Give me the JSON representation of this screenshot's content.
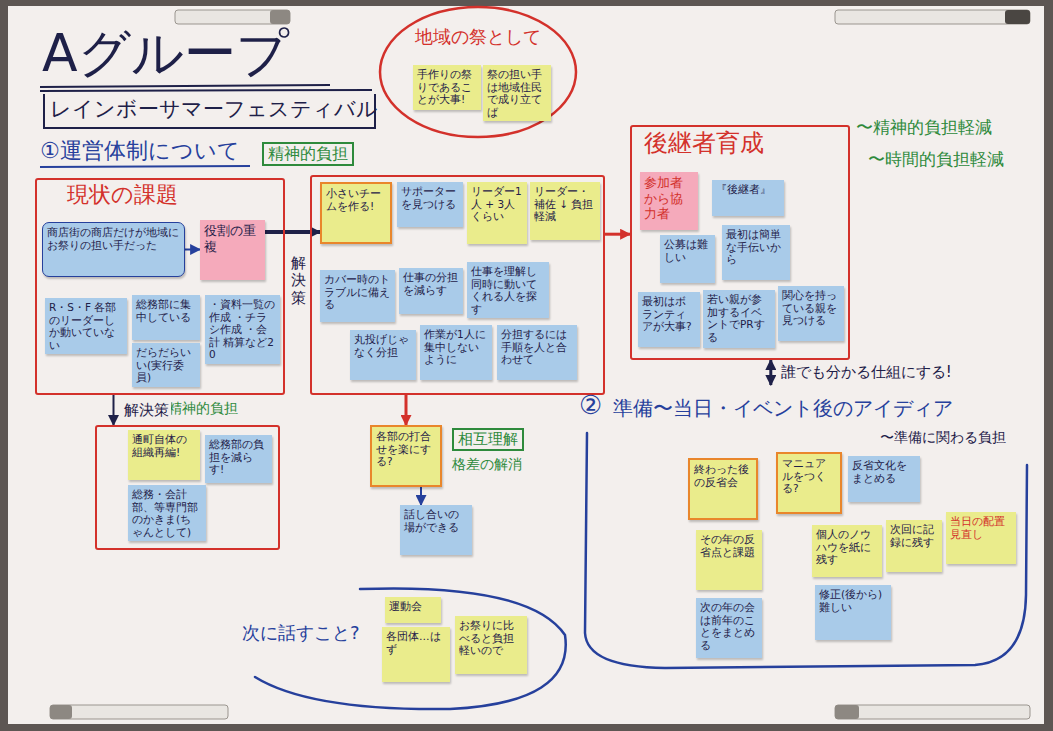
{
  "diagram": {
    "title": "Aグループ",
    "nodes": [
      {
        "text": [
          "地域の祭として"
        ]
      },
      {
        "text": [
          "手作りの祭りであることが大事!"
        ],
        "in": 0
      },
      {
        "text": [
          "祭の担い手は地域住民で成り立てば"
        ],
        "in": 0
      },
      {
        "text": [
          "現状の課題"
        ]
      },
      {
        "text": [
          "商店街の商店だけが地域にお祭りの担い手だった"
        ],
        "in": 3
      },
      {
        "text": [
          "役割の重複"
        ],
        "in": 3
      },
      {
        "text": [
          "R・S・F 各部のリーダーしか動いていない"
        ],
        "in": 3
      },
      {
        "text": [
          "総務部に集中している"
        ],
        "in": 3
      },
      {
        "text": [
          "・資料一覧の作成 ・チラシ作成 ・会計 精算など20"
        ],
        "in": 3
      },
      {
        "text": [
          "だらだらいい(実行委員)"
        ],
        "in": 3
      },
      {
        "text": []
      },
      {
        "text": [
          "通町自体の組織再編!"
        ],
        "in": 10
      },
      {
        "text": [
          "総務部の負担を減らす!"
        ],
        "in": 10
      },
      {
        "text": [
          "総務・会計部、等専門部のかきま(ちゃんとして)"
        ],
        "in": 10
      },
      {
        "text": [
          "解決策"
        ]
      },
      {
        "text": [
          "小さいチームを作る!"
        ],
        "in": 14
      },
      {
        "text": [
          "サポーターを見つける"
        ],
        "in": 14
      },
      {
        "text": [
          "リーダー1人 + 3人くらい"
        ],
        "in": 14
      },
      {
        "text": [
          "リーダー・補佐 ↓ 負担軽減"
        ],
        "in": 14
      },
      {
        "text": [
          "カバー時のトラブルに備える"
        ],
        "in": 14
      },
      {
        "text": [
          "仕事の分担を減らす"
        ],
        "in": 14
      },
      {
        "text": [
          "仕事を理解し同時に動いてくれる人を探す"
        ],
        "in": 14
      },
      {
        "text": [
          "丸投げじゃなく分担"
        ],
        "in": 14
      },
      {
        "text": [
          "作業が1人に集中しないように"
        ],
        "in": 14
      },
      {
        "text": [
          "分担するには手順を人と合わせて"
        ],
        "in": 14
      },
      {
        "text": [
          "各部の打合せを楽にする?"
        ]
      },
      {
        "text": [
          "話し合いの場ができる"
        ]
      },
      {
        "text": [
          "後継者育成"
        ]
      },
      {
        "text": [
          "参加者から協力者"
        ],
        "in": 27
      },
      {
        "text": [
          "『後継者』"
        ],
        "in": 27
      },
      {
        "text": [
          "公募は難しい"
        ],
        "in": 27
      },
      {
        "text": [
          "最初は簡単な手伝いから"
        ],
        "in": 27
      },
      {
        "text": [
          "最初はボランティアが大事?"
        ],
        "in": 27
      },
      {
        "text": [
          "若い親が参加するイベントでPRする"
        ],
        "in": 27
      },
      {
        "text": [
          "関心を持っている親を見つける"
        ],
        "in": 27
      },
      {
        "text": [
          "②",
          "準備〜当日・イベント後のアイディア",
          "〜準備に関わる負担"
        ]
      },
      {
        "text": [
          "終わった後の反省会"
        ],
        "in": 35
      },
      {
        "text": [
          "マニュアルをつくる?"
        ],
        "in": 35
      },
      {
        "text": [
          "反省文化をまとめる"
        ],
        "in": 35
      },
      {
        "text": [
          "その年の反省点と課題"
        ],
        "in": 35
      },
      {
        "text": [
          "個人のノウハウを紙に残す"
        ],
        "in": 35
      },
      {
        "text": [
          "次回に記録に残す"
        ],
        "in": 35
      },
      {
        "text": [
          "当日の配置 見直し"
        ],
        "in": 35
      },
      {
        "text": [
          "次の年の会は前年のことをまとめる"
        ],
        "in": 35
      },
      {
        "text": [
          "修正(後から)難しい"
        ],
        "in": 35
      },
      {
        "text": [
          "次に話すこと?"
        ]
      },
      {
        "text": [
          "運動会"
        ],
        "in": 45
      },
      {
        "text": [
          "各団体…はず"
        ],
        "in": 45
      },
      {
        "text": [
          "お祭りに比べると負担軽いので"
        ],
        "in": 45
      }
    ],
    "edges": [
      {
        "from": 4,
        "to": 5,
        "arrow": "to"
      },
      {
        "from": 5,
        "to": 15,
        "arrow": "to"
      },
      {
        "from": 3,
        "to": 10,
        "arrow": "to",
        "label": "解決策"
      },
      {
        "from": 14,
        "to": 25,
        "arrow": "to"
      },
      {
        "from": 25,
        "to": 26,
        "arrow": "to"
      },
      {
        "from": 14,
        "to": 27,
        "arrow": "to"
      },
      {
        "from": 27,
        "to": 35,
        "arrow": "both",
        "label": "誰でも分かる仕組にする!"
      }
    ],
    "labels": [
      "レインボーサマーフェスティバル",
      "①運営体制について",
      "精神的負担",
      "精神的負担",
      "相互理解",
      "格差の解消",
      "〜精神的負担軽減",
      "〜時間的負担軽減"
    ]
  }
}
